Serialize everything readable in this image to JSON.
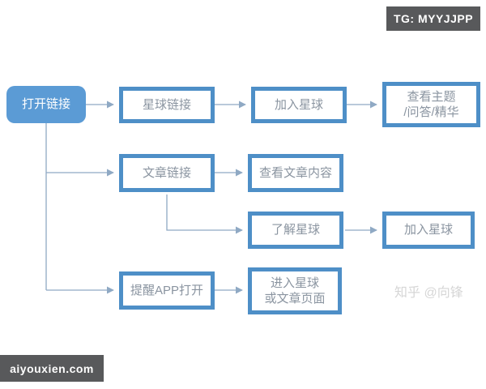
{
  "badges": {
    "tg": "TG: MYYJJPP",
    "site": "aiyouxien.com"
  },
  "watermark": "知乎 @向锋",
  "colors": {
    "node_fill": "#5b9bd5",
    "node_border": "#4e8fc7",
    "node_text": "#8a94a0",
    "connector": "#8fa9c4",
    "badge_bg": "#58595b",
    "watermark_text": "#d6d6d6"
  },
  "flowchart": {
    "nodes": [
      {
        "id": "start",
        "type": "filled",
        "lines": [
          "打开链接"
        ]
      },
      {
        "id": "planet-link",
        "type": "outline",
        "lines": [
          "星球链接"
        ]
      },
      {
        "id": "join-planet-1",
        "type": "outline",
        "lines": [
          "加入星球"
        ]
      },
      {
        "id": "view-topics",
        "type": "outline",
        "lines": [
          "查看主题",
          "/问答/精华"
        ]
      },
      {
        "id": "article-link",
        "type": "outline",
        "lines": [
          "文章链接"
        ]
      },
      {
        "id": "view-article",
        "type": "outline",
        "lines": [
          "查看文章内容"
        ]
      },
      {
        "id": "learn-planet",
        "type": "outline",
        "lines": [
          "了解星球"
        ]
      },
      {
        "id": "join-planet-2",
        "type": "outline",
        "lines": [
          "加入星球"
        ]
      },
      {
        "id": "remind-app",
        "type": "outline",
        "lines": [
          "提醒APP打开"
        ]
      },
      {
        "id": "enter-page",
        "type": "outline",
        "lines": [
          "进入星球",
          "或文章页面"
        ]
      }
    ],
    "edges": [
      {
        "from": "start",
        "to": "planet-link"
      },
      {
        "from": "planet-link",
        "to": "join-planet-1"
      },
      {
        "from": "join-planet-1",
        "to": "view-topics"
      },
      {
        "from": "start",
        "to": "article-link"
      },
      {
        "from": "start",
        "to": "remind-app"
      },
      {
        "from": "article-link",
        "to": "view-article"
      },
      {
        "from": "article-link",
        "to": "learn-planet"
      },
      {
        "from": "learn-planet",
        "to": "join-planet-2"
      },
      {
        "from": "remind-app",
        "to": "enter-page"
      }
    ]
  }
}
